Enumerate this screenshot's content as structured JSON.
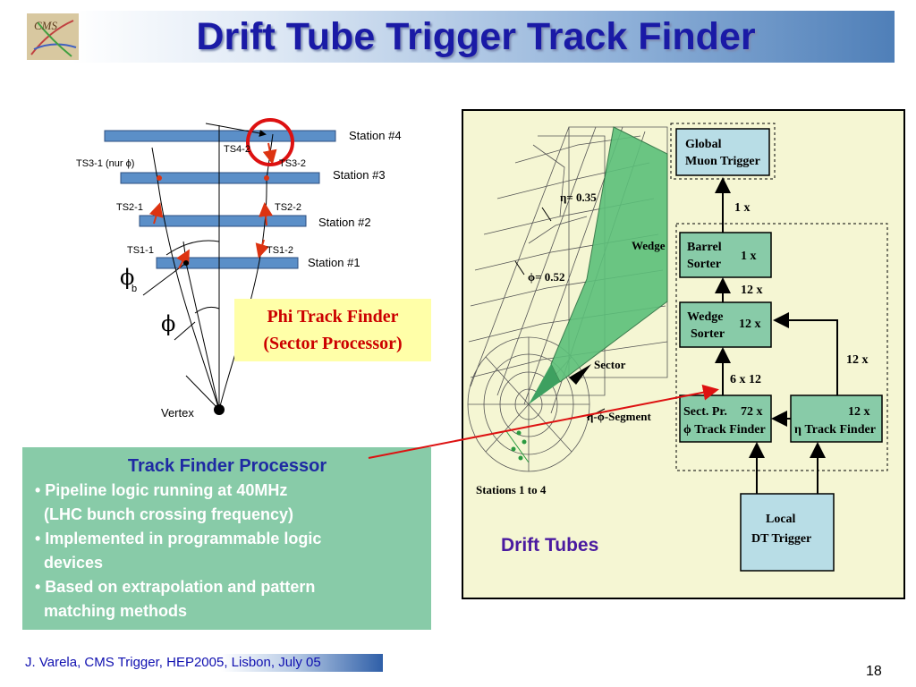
{
  "title": "Drift Tube Trigger Track Finder",
  "logo_text": "CMS",
  "left_figure": {
    "stations": [
      "Station #4",
      "Station #3",
      "Station #2",
      "Station #1"
    ],
    "segments": [
      "TS4-2",
      "TS3-1 (nur ϕ)",
      "TS3-2",
      "TS2-1",
      "TS2-2",
      "TS1-1",
      "TS1-2"
    ],
    "phi_b": "ϕ",
    "phi_b_sub": "b",
    "phi": "ϕ",
    "vertex": "Vertex"
  },
  "phi_track_finder": {
    "line1": "Phi Track Finder",
    "line2": "(Sector Processor)"
  },
  "track_finder_processor": {
    "title": "Track Finder Processor",
    "bullets": [
      {
        "line1": "• Pipeline logic running at 40MHz",
        "line2": "(LHC bunch crossing frequency)"
      },
      {
        "line1": "• Implemented in programmable logic",
        "line2": "devices"
      },
      {
        "line1": "• Based on extrapolation and pattern",
        "line2": "matching methods"
      }
    ]
  },
  "right_diagram": {
    "eta": "η= 0.35",
    "phi": "ϕ= 0.52",
    "wedge": "Wedge",
    "sector": "Sector",
    "segment": "η-ϕ-Segment",
    "stations": "Stations 1 to 4",
    "boxes": {
      "global_l1": "Global",
      "global_l2": "Muon Trigger",
      "barrel_l1": "Barrel",
      "barrel_l2": "Sorter",
      "barrel_n": "1 x",
      "wedge_l1": "Wedge",
      "wedge_l2": "Sorter",
      "wedge_n": "12 x",
      "sect_l1": "Sect. Pr.",
      "sect_n": "72 x",
      "sect_l2": "ϕ Track Finder",
      "eta_n": "12 x",
      "eta_l2": "η Track Finder",
      "local_l1": "Local",
      "local_l2": "DT Trigger"
    },
    "arrows": {
      "a1": "1 x",
      "a2": "12 x",
      "a3": "6 x 12",
      "a4": "12 x"
    }
  },
  "drift_tubes": "Drift Tubes",
  "footer": "J. Varela, CMS Trigger, HEP2005, Lisbon, July 05",
  "page_number": "18",
  "colors": {
    "title": "#1a1aa6",
    "highlight_red": "#dd1111",
    "station_bar": "#5b8fc8",
    "green_box": "#88cba8",
    "diagram_bg": "#f5f6d3",
    "box_fill": "#b8dde6",
    "wedge_green": "#5cc07a"
  }
}
